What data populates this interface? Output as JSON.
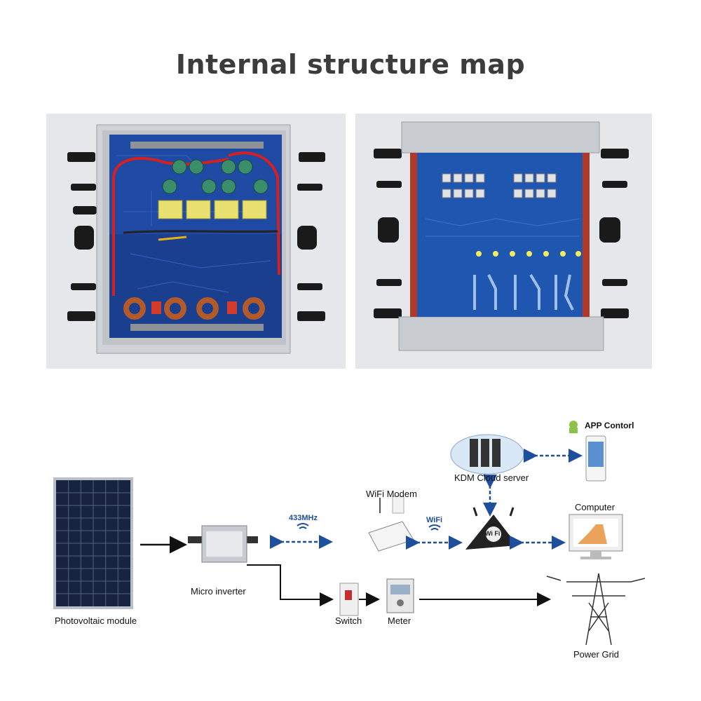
{
  "title": "Internal structure map",
  "diagram": {
    "pv_module": "Photovoltaic module",
    "micro_inverter": "Micro inverter",
    "rf_link": "433MHz",
    "wifi_modem": "WiFi Modem",
    "wifi_link": "WiFi",
    "router_text": "Wi Fi",
    "cloud_server": "KDM Cloud server",
    "app_control": "APP Contorl",
    "computer": "Computer",
    "switch": "Switch",
    "meter": "Meter",
    "power_grid": "Power Grid"
  },
  "colors": {
    "pcb": "#1e4aa3",
    "wire": "#d42020",
    "link_dash": "#1e4f9c",
    "title": "#3c3c3c"
  }
}
